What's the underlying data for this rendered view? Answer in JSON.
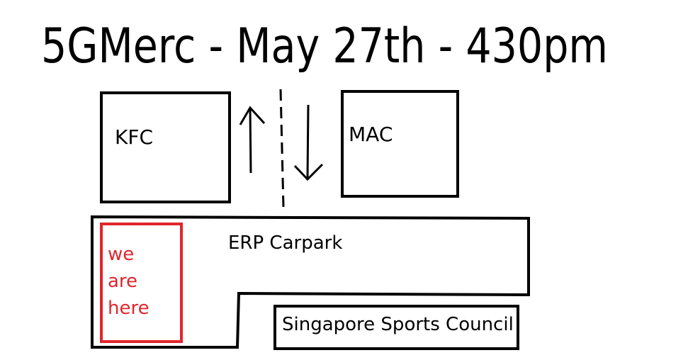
{
  "title": "5GMerc - May 27th - 430pm",
  "places": {
    "kfc": "KFC",
    "mac": "MAC",
    "carpark": "ERP Carpark",
    "sports_council": "Singapore Sports Council"
  },
  "marker": {
    "lines": [
      "we",
      "are",
      "here"
    ],
    "color": "#e0262c"
  },
  "road": {
    "northbound_icon": "up-arrow-icon",
    "southbound_icon": "down-arrow-icon",
    "divider": "dashed-center-line"
  }
}
